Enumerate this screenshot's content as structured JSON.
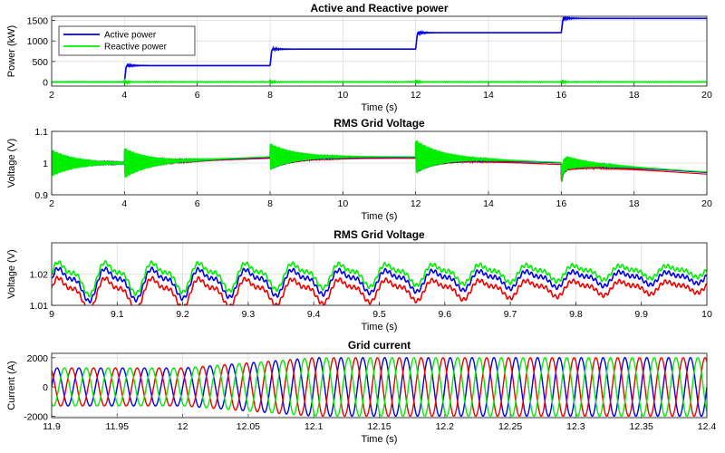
{
  "chart_data": [
    {
      "type": "line",
      "title": "Active and Reactive power",
      "xlabel": "Time (s)",
      "ylabel": "Power (kW)",
      "xlim": [
        2,
        20
      ],
      "ylim": [
        -100,
        1600
      ],
      "xticks": [
        "2",
        "4",
        "6",
        "8",
        "10",
        "12",
        "14",
        "16",
        "18",
        "20"
      ],
      "yticks": [
        "0",
        "500",
        "1000",
        "1500"
      ],
      "grid": true,
      "legend_position": "top-left",
      "series": [
        {
          "name": "Active power",
          "color": "#0000ee",
          "x": [
            2,
            4,
            4.05,
            8,
            8.05,
            12,
            12.05,
            16,
            16.05,
            20
          ],
          "y": [
            0,
            0,
            400,
            400,
            800,
            800,
            1200,
            1200,
            1550,
            1550
          ]
        },
        {
          "name": "Reactive power",
          "color": "#00ee00",
          "x": [
            2,
            20
          ],
          "y": [
            0,
            0
          ]
        }
      ]
    },
    {
      "type": "line",
      "title": "RMS Grid Voltage",
      "xlabel": "Time (s)",
      "ylabel": "Voltage (V)",
      "xlim": [
        2,
        20
      ],
      "ylim": [
        0.9,
        1.1
      ],
      "xticks": [
        "2",
        "4",
        "6",
        "8",
        "10",
        "12",
        "14",
        "16",
        "18",
        "20"
      ],
      "yticks": [
        "0.9",
        "1",
        "1.1"
      ],
      "grid": true,
      "series": [
        {
          "name": "",
          "color": "#ee0000",
          "x": [
            2,
            4,
            8,
            12,
            16,
            20
          ],
          "y": [
            1.0,
            1.0,
            1.015,
            1.015,
            0.995,
            0.965
          ]
        },
        {
          "name": "",
          "color": "#0000ee",
          "x": [
            2,
            4,
            8,
            12,
            16,
            20
          ],
          "y": [
            1.0,
            1.0,
            1.018,
            1.018,
            1.0,
            0.97
          ]
        },
        {
          "name": "",
          "color": "#00ee00",
          "x": [
            2,
            4,
            8,
            12,
            16,
            20
          ],
          "y": [
            1.0,
            1.0,
            1.02,
            1.02,
            1.002,
            0.972
          ]
        }
      ]
    },
    {
      "type": "line",
      "title": "RMS Grid Voltage",
      "xlabel": "Time (s)",
      "ylabel": "Voltage (V)",
      "xlim": [
        9,
        10
      ],
      "ylim": [
        1.01,
        1.03
      ],
      "xticks": [
        "9",
        "9.1",
        "9.2",
        "9.3",
        "9.4",
        "9.5",
        "9.6",
        "9.7",
        "9.8",
        "9.9",
        "10"
      ],
      "yticks": [
        "1.01",
        "1.02"
      ],
      "grid": true,
      "series": [
        {
          "name": "",
          "color": "#ee0000",
          "x": [
            9,
            10
          ],
          "y": [
            1.014,
            1.016
          ],
          "amplitude": [
            0.008,
            0.0025
          ]
        },
        {
          "name": "",
          "color": "#0000ee",
          "x": [
            9,
            10
          ],
          "y": [
            1.017,
            1.019
          ],
          "amplitude": [
            0.008,
            0.0025
          ]
        },
        {
          "name": "",
          "color": "#00ee00",
          "x": [
            9,
            10
          ],
          "y": [
            1.019,
            1.021
          ],
          "amplitude": [
            0.008,
            0.0025
          ]
        }
      ]
    },
    {
      "type": "line",
      "title": "Grid current",
      "xlabel": "Time (s)",
      "ylabel": "Current (A)",
      "xlim": [
        11.9,
        12.4
      ],
      "ylim": [
        -2100,
        2300
      ],
      "xticks": [
        "11.9",
        "11.95",
        "12",
        "12.05",
        "12.1",
        "12.15",
        "12.2",
        "12.25",
        "12.3",
        "12.35",
        "12.4"
      ],
      "yticks": [
        "-2000",
        "0",
        "2000"
      ],
      "grid": true,
      "series": [
        {
          "name": "",
          "color": "#0000ee",
          "x": [
            11.9,
            12.0,
            12.1,
            12.4
          ],
          "amplitude": [
            1300,
            1300,
            2000,
            2000
          ]
        },
        {
          "name": "",
          "color": "#ee0000",
          "x": [
            11.9,
            12.0,
            12.1,
            12.4
          ],
          "amplitude": [
            1300,
            1300,
            2000,
            2000
          ]
        },
        {
          "name": "",
          "color": "#00ee00",
          "x": [
            11.9,
            12.0,
            12.1,
            12.4
          ],
          "amplitude": [
            1300,
            1300,
            2000,
            2000
          ]
        }
      ]
    }
  ]
}
